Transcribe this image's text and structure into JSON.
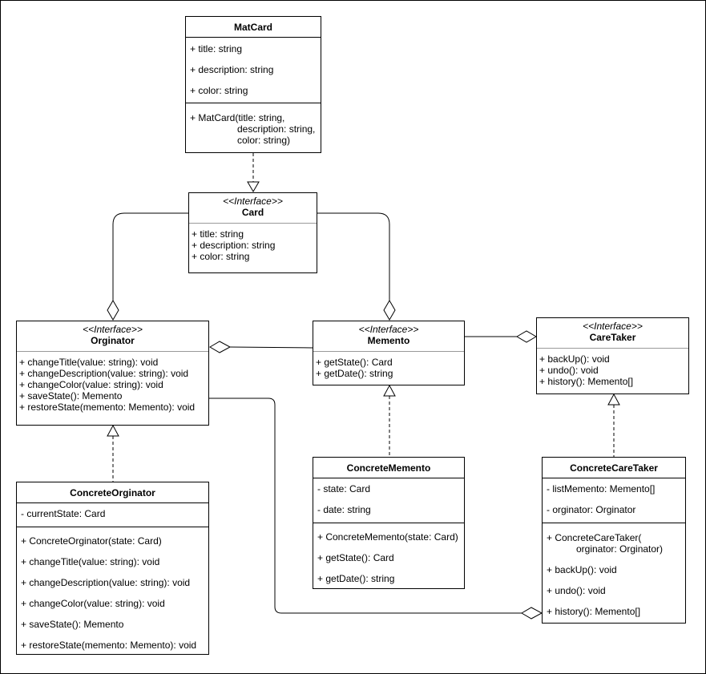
{
  "diagram": {
    "classes": {
      "matcard": {
        "name": "MatCard",
        "attributes": [
          "+ title: string",
          "+ description: string",
          "+ color: string"
        ],
        "constructor": [
          "+ MatCard(title: string,",
          "description: string,",
          "color: string)"
        ]
      },
      "card": {
        "stereotype": "<<Interface>>",
        "name": "Card",
        "attributes": [
          "+ title: string",
          "+ description: string",
          "+ color: string"
        ]
      },
      "orginator": {
        "stereotype": "<<Interface>>",
        "name": "Orginator",
        "methods": [
          "+ changeTitle(value: string): void",
          "+ changeDescription(value: string): void",
          "+ changeColor(value: string): void",
          "+ saveState(): Memento",
          "+ restoreState(memento: Memento): void"
        ]
      },
      "memento": {
        "stereotype": "<<Interface>>",
        "name": "Memento",
        "methods": [
          "+ getState(): Card",
          "+ getDate(): string"
        ]
      },
      "caretaker": {
        "stereotype": "<<Interface>>",
        "name": "CareTaker",
        "methods": [
          "+ backUp(): void",
          "+ undo(): void",
          "+ history(): Memento[]"
        ]
      },
      "concrete_orginator": {
        "name": "ConcreteOrginator",
        "attributes": [
          "- currentState: Card"
        ],
        "methods": [
          "+ ConcreteOrginator(state: Card)",
          "+ changeTitle(value: string): void",
          "+ changeDescription(value: string): void",
          "+ changeColor(value: string): void",
          "+ saveState(): Memento",
          "+ restoreState(memento: Memento): void"
        ]
      },
      "concrete_memento": {
        "name": "ConcreteMemento",
        "attributes": [
          "- state: Card",
          "- date: string"
        ],
        "methods": [
          "+ ConcreteMemento(state: Card)",
          "+ getState(): Card",
          "+ getDate(): string"
        ]
      },
      "concrete_caretaker": {
        "name": "ConcreteCareTaker",
        "attributes": [
          "- listMemento: Memento[]",
          "- orginator: Orginator"
        ],
        "constructor": [
          "+ ConcreteCareTaker(",
          "orginator: Orginator)"
        ],
        "methods": [
          "+ backUp(): void",
          "+ undo(): void",
          "+ history(): Memento[]"
        ]
      }
    },
    "relations": [
      {
        "type": "realization",
        "from": "MatCard",
        "to": "Card"
      },
      {
        "type": "aggregation",
        "whole": "Orginator",
        "part": "Card"
      },
      {
        "type": "aggregation",
        "whole": "Memento",
        "part": "Card"
      },
      {
        "type": "aggregation",
        "whole": "Orginator",
        "part": "Memento"
      },
      {
        "type": "aggregation",
        "whole": "CareTaker",
        "part": "Memento"
      },
      {
        "type": "realization",
        "from": "ConcreteOrginator",
        "to": "Orginator"
      },
      {
        "type": "realization",
        "from": "ConcreteMemento",
        "to": "Memento"
      },
      {
        "type": "realization",
        "from": "ConcreteCareTaker",
        "to": "CareTaker"
      },
      {
        "type": "aggregation",
        "whole": "ConcreteCareTaker",
        "part": "Orginator"
      }
    ],
    "colors": {
      "line": "#000000",
      "background": "#ffffff",
      "divider": "#9a9a9a"
    }
  }
}
